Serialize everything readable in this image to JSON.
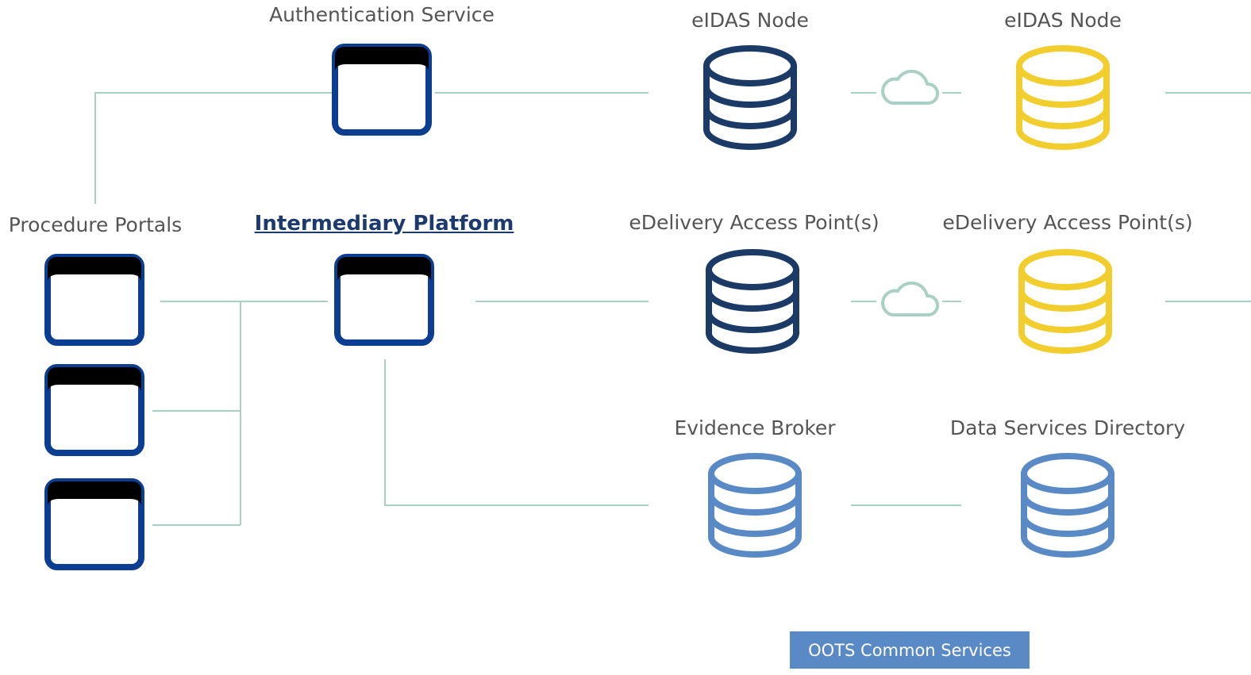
{
  "colors": {
    "connector": "#a9d0c4",
    "window_frame": "#0b3d91",
    "window_titlebar": "#000000",
    "db_dark_navy": "#1b3a66",
    "db_yellow": "#f2cd2e",
    "db_light_blue": "#5a8ac6",
    "cloud": "#a9d0c4",
    "legend_bg": "#5a8ac6"
  },
  "labels": {
    "authentication_service": "Authentication Service",
    "eidas_node_left": "eIDAS Node",
    "eidas_node_right": "eIDAS Node",
    "procedure_portals": "Procedure Portals",
    "intermediary_platform": "Intermediary Platform",
    "edelivery_left": "eDelivery Access Point(s)",
    "edelivery_right": "eDelivery Access Point(s)",
    "evidence_broker": "Evidence Broker",
    "data_services_directory": "Data Services Directory"
  },
  "legend": {
    "text": "OOTS Common Services"
  },
  "icons": {
    "window": "browser-window-icon",
    "database": "database-icon",
    "cloud": "cloud-icon"
  }
}
